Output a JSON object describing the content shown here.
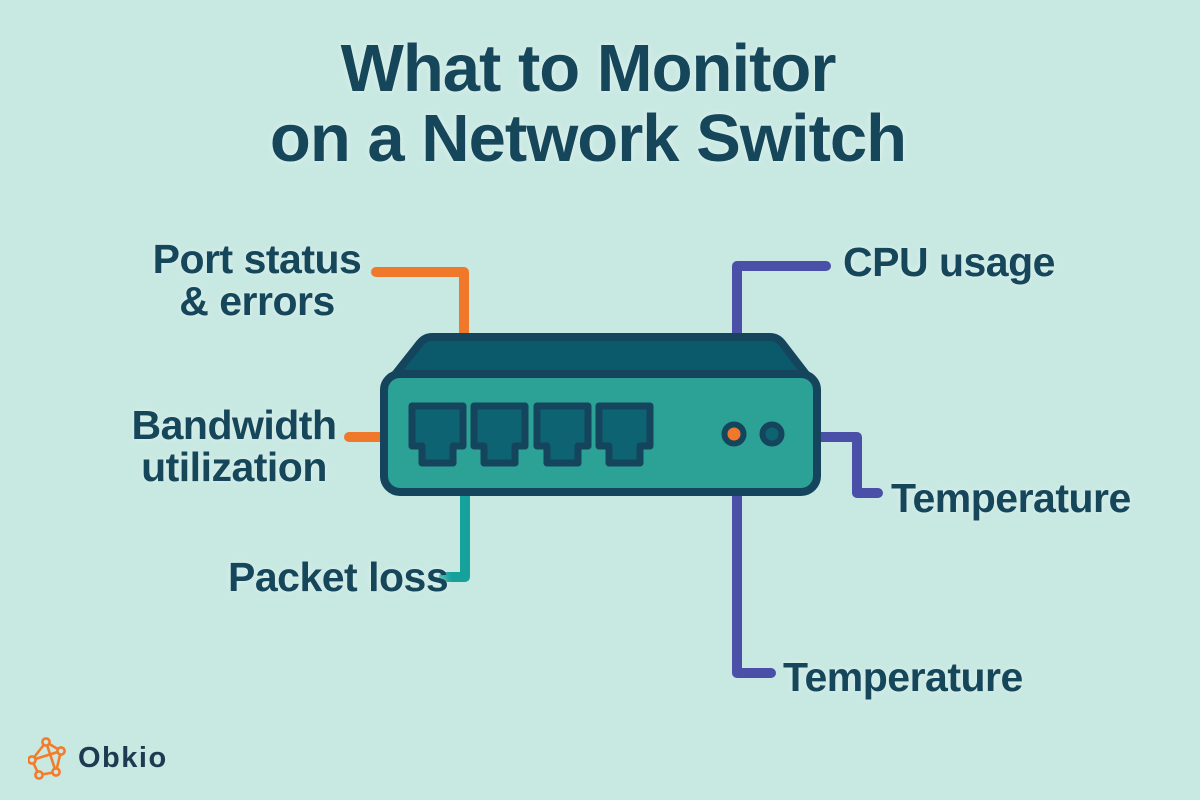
{
  "title": {
    "line1": "What to Monitor",
    "line2": "on a Network Switch"
  },
  "labels": {
    "port_status": {
      "line1": "Port status",
      "line2": "& errors"
    },
    "bandwidth": {
      "line1": "Bandwidth",
      "line2": "utilization"
    },
    "packet_loss": "Packet loss",
    "cpu_usage": "CPU usage",
    "temperature_right": "Temperature",
    "temperature_bottom": "Temperature"
  },
  "diagram": {
    "device": "network-switch",
    "port_count": 4,
    "leds": [
      "orange-led",
      "dark-led"
    ],
    "connectors": [
      {
        "label": "port_status",
        "color": "orange"
      },
      {
        "label": "bandwidth",
        "color": "orange"
      },
      {
        "label": "packet_loss",
        "color": "teal"
      },
      {
        "label": "cpu_usage",
        "color": "purple"
      },
      {
        "label": "temperature_right",
        "color": "purple"
      },
      {
        "label": "temperature_bottom",
        "color": "purple"
      }
    ]
  },
  "logo": {
    "text": "Obkio",
    "icon": "network-graph-icon"
  },
  "colors": {
    "bg": "#C8E8E2",
    "ink": "#16465A",
    "orange": "#F0782B",
    "teal-line": "#16A29A",
    "purple": "#4A50A8",
    "switch-body": "#2CA195",
    "switch-lid": "#0A5A6B",
    "switch-port": "#0E6372",
    "switch-outline": "#15455C",
    "logo-orange": "#F47B2A",
    "logo-ink": "#1D3A50"
  }
}
